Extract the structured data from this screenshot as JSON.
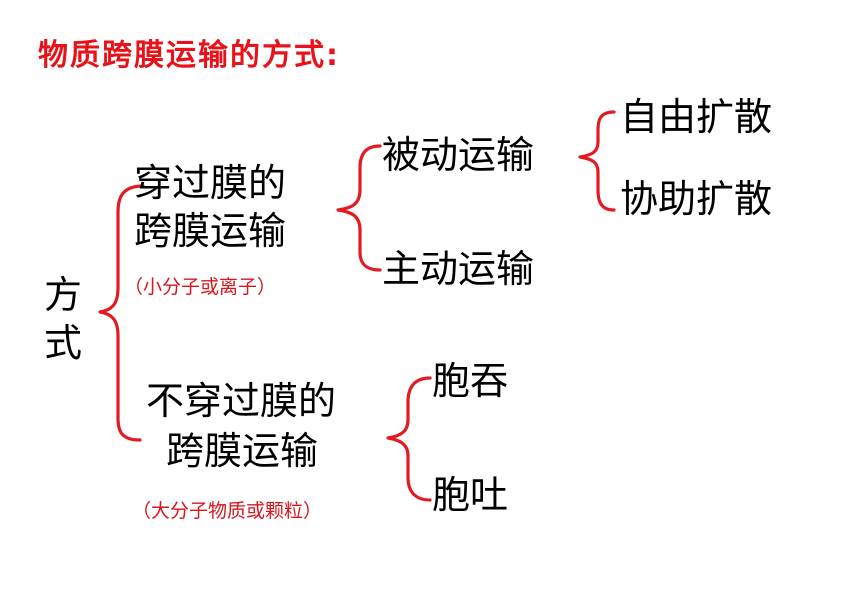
{
  "title": "物质跨膜运输的方式:",
  "root": {
    "label_line1": "方",
    "label_line2": "式"
  },
  "branch_cross": {
    "line1": "穿过膜的",
    "line2": "跨膜运输",
    "note": "（小分子或离子）",
    "children": {
      "passive": {
        "label": "被动运输",
        "children": [
          "自由扩散",
          "协助扩散"
        ]
      },
      "active": {
        "label": "主动运输"
      }
    }
  },
  "branch_noncross": {
    "line1": "不穿过膜的",
    "line2": "跨膜运输",
    "note": "（大分子物质或颗粒）",
    "children": [
      "胞吞",
      "胞吐"
    ]
  },
  "colors": {
    "accent": "#e11b22",
    "text": "#000000"
  }
}
